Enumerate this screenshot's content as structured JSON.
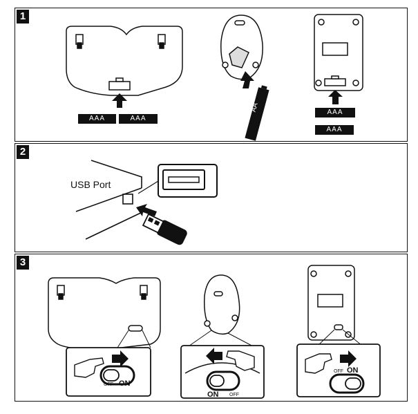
{
  "steps": [
    {
      "number": "1"
    },
    {
      "number": "2"
    },
    {
      "number": "3"
    }
  ],
  "step1": {
    "keyboard_batteries": [
      "AAA",
      "AAA"
    ],
    "mouse_battery": "AA",
    "remote_batteries": [
      "AAA",
      "AAA"
    ]
  },
  "step2": {
    "usb_port_label": "USB Port"
  },
  "step3": {
    "switch_on": "ON",
    "switch_off": "OFF"
  },
  "colors": {
    "ink": "#111111",
    "paper": "#ffffff"
  }
}
